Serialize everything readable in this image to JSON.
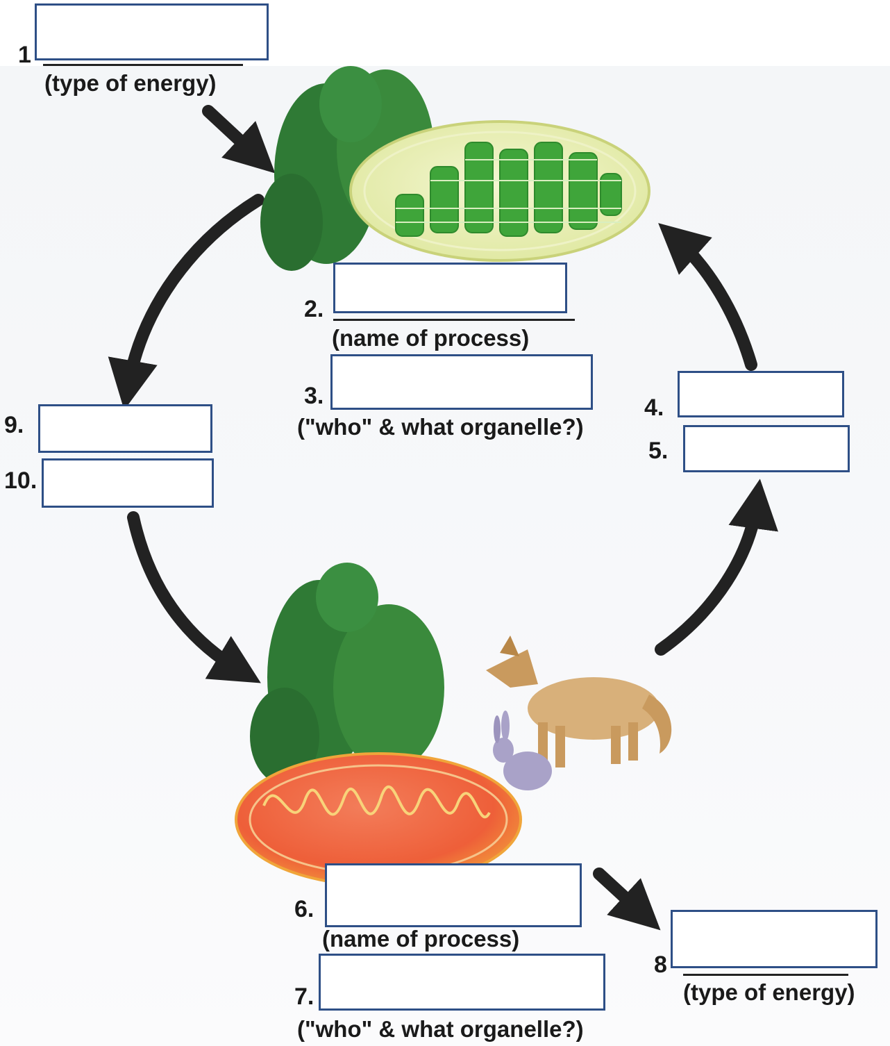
{
  "labels": {
    "type_of_energy_1": "(type of energy)",
    "name_of_process_2": "(name of process)",
    "who_organelle_3": "(\"who\" & what organelle?)",
    "name_of_process_6": "(name of process)",
    "who_organelle_7": "(\"who\" & what organelle?)",
    "type_of_energy_8": "(type of energy)"
  },
  "numbers": {
    "n1": "1",
    "n2": "2.",
    "n3": "3.",
    "n4": "4.",
    "n5": "5.",
    "n6": "6.",
    "n7": "7.",
    "n8": "8",
    "n9": "9.",
    "n10": "10."
  },
  "colors": {
    "box_border": "#2e4f86",
    "arrow": "#222222",
    "tree_green": "#2f7a35",
    "chloroplast": "#4caf3c",
    "mitochondrion": "#ef6a3f"
  }
}
